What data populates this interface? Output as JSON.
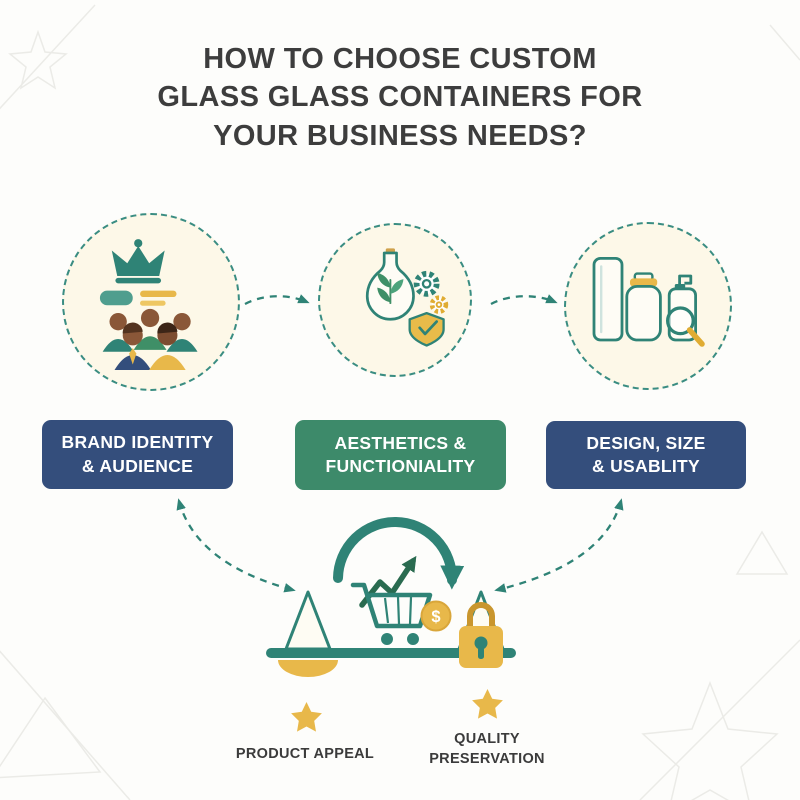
{
  "title": {
    "lines": [
      "HOW TO CHOOSE CUSTOM",
      "GLASS GLASS CONTAINERS FOR",
      "YOUR BUSINESS NEEDS?"
    ]
  },
  "steps": [
    {
      "icon": "brand-audience-crown-icon",
      "label_line1": "BRAND IDENTITY",
      "label_line2": "& AUDIENCE",
      "box_color": "#344e7c"
    },
    {
      "icon": "glass-bottle-gears-shield-icon",
      "label_line1": "AESTHETICS &",
      "label_line2": "FUNCTIONIALITY",
      "box_color": "#3d8a6a"
    },
    {
      "icon": "glass-containers-magnifier-icon",
      "label_line1": "DESIGN, SIZE",
      "label_line2": "& USABLITY",
      "box_color": "#344e7c"
    }
  ],
  "scale_illustration": {
    "icons": [
      "circular-arrow-icon",
      "growth-arrow-icon",
      "shopping-cart-icon",
      "dollar-coin-icon",
      "balance-scale-icon",
      "padlock-icon"
    ],
    "coin_symbol": "$"
  },
  "outcomes": [
    {
      "icon": "star-icon",
      "lines": [
        "PRODUCT APPEAL"
      ]
    },
    {
      "icon": "star-icon",
      "lines": [
        "QUALITY",
        "PRESERVATION"
      ]
    }
  ],
  "colors": {
    "teal": "#2f8376",
    "teal_dash": "#3a8d82",
    "navy": "#344e7c",
    "green": "#3d8a6a",
    "dark_green": "#2a6b50",
    "gold": "#e8b84a",
    "cream": "#fdf8e8",
    "text_dark": "#3d3d3d"
  }
}
